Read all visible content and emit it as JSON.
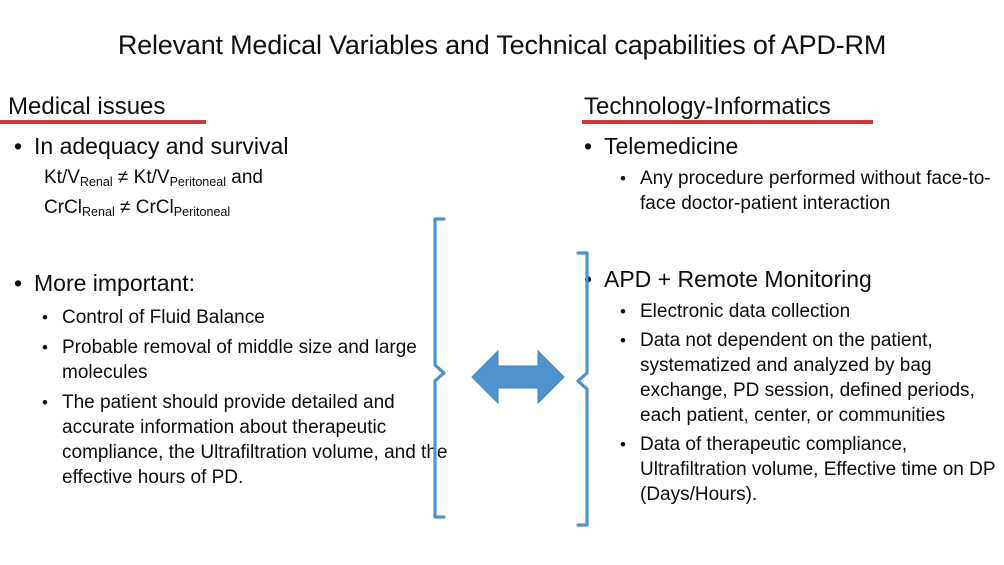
{
  "slide": {
    "title": "Relevant Medical Variables and Technical capabilities of APD-RM",
    "accent_red": "#D1363B",
    "accent_blue": "#4E92CE",
    "background": "#FFFFFF",
    "bullet_glyph": "•"
  },
  "left_column": {
    "header": "Medical issues",
    "bullet1": {
      "text": "In adequacy and survival",
      "equations": [
        {
          "parts": [
            {
              "base": "Kt/V",
              "sub": "Renal"
            },
            {
              "base": " ≠ "
            },
            {
              "base": "Kt/V",
              "sub": "Peritoneal"
            },
            {
              "base": " and"
            }
          ]
        },
        {
          "parts": [
            {
              "base": "CrCl",
              "sub": "Renal"
            },
            {
              "base": " ≠ "
            },
            {
              "base": "CrCl",
              "sub": "Peritoneal"
            }
          ]
        }
      ]
    },
    "bullet2": {
      "text": "More important:",
      "subitems": [
        "Control of Fluid Balance",
        " Probable removal of middle size and large molecules",
        "The patient should provide detailed and accurate information about therapeutic compliance, the Ultrafiltration volume, and the effective hours of PD."
      ]
    }
  },
  "right_column": {
    "header": "Technology-Informatics",
    "bullet1": {
      "text": "Telemedicine",
      "subitems": [
        "Any procedure performed without face-to-face doctor-patient interaction"
      ]
    },
    "bullet2": {
      "text": "APD + Remote Monitoring",
      "subitems": [
        "Electronic data collection",
        "Data not dependent on the patient, systematized and analyzed by bag exchange, PD session, defined periods, each patient, center, or communities",
        "Data of therapeutic compliance, Ultrafiltration volume, Effective time on DP (Days/Hours)."
      ]
    }
  },
  "connector": {
    "arrow_label": "bidirectional-relationship",
    "left_brace_label": "left-grouping-brace",
    "right_brace_label": "right-grouping-brace"
  }
}
